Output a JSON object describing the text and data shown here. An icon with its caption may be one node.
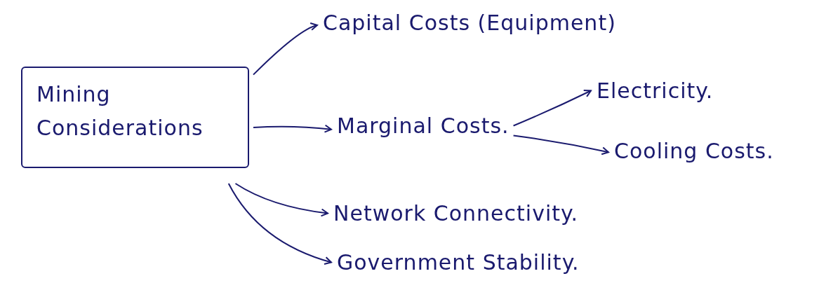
{
  "diagram": {
    "nodes": [
      {
        "text": [
          "Mining Considerations"
        ]
      },
      {
        "text": [
          "Capital Costs (Equipment)"
        ]
      },
      {
        "text": [
          "Marginal Costs."
        ]
      },
      {
        "text": [
          "Electricity."
        ]
      },
      {
        "text": [
          "Cooling Costs."
        ]
      },
      {
        "text": [
          "Network Connectivity."
        ]
      },
      {
        "text": [
          "Government Stability."
        ]
      }
    ],
    "edges": [
      {
        "from": 0,
        "to": 1,
        "arrow": "to"
      },
      {
        "from": 0,
        "to": 2,
        "arrow": "to"
      },
      {
        "from": 2,
        "to": 3,
        "arrow": "to"
      },
      {
        "from": 2,
        "to": 4,
        "arrow": "to"
      },
      {
        "from": 0,
        "to": 5,
        "arrow": "to"
      },
      {
        "from": 0,
        "to": 6,
        "arrow": "to"
      }
    ]
  }
}
